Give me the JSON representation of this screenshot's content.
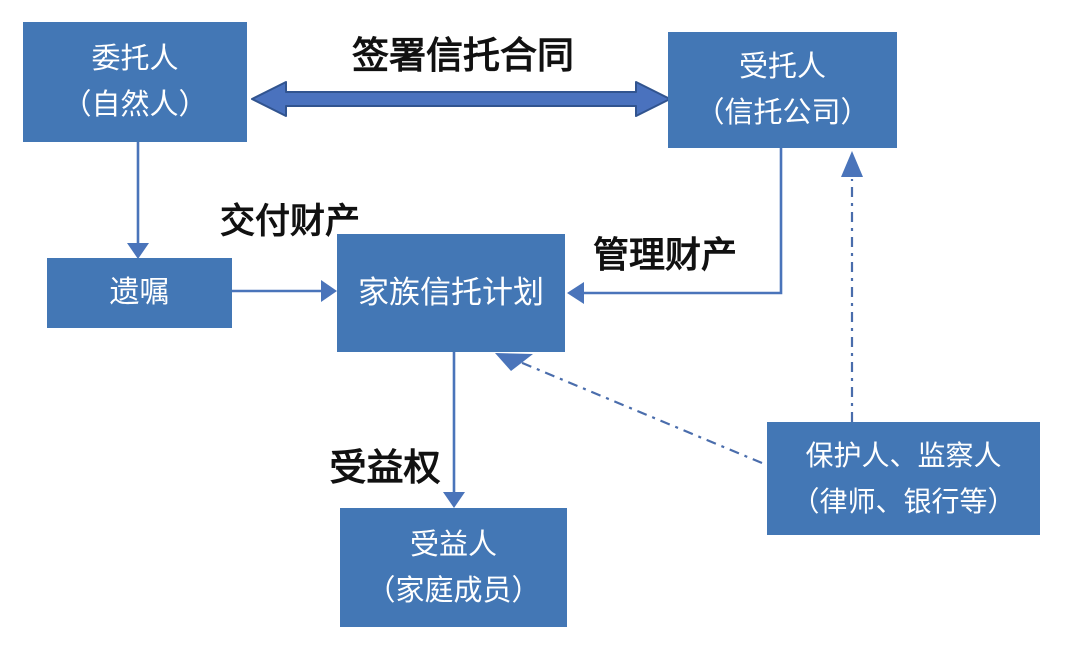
{
  "diagram": {
    "title_hint": "family-trust-structure",
    "nodes": {
      "settlor": {
        "line1": "委托人",
        "line2": "（自然人）"
      },
      "trustee": {
        "line1": "受托人",
        "line2": "（信托公司）"
      },
      "will": {
        "line1": "遗嘱"
      },
      "trust_plan": {
        "line1": "家族信托计划"
      },
      "beneficiary": {
        "line1": "受益人",
        "line2": "（家庭成员）"
      },
      "protector": {
        "line1": "保护人、监察人",
        "line2": "（律师、银行等）"
      }
    },
    "edge_labels": {
      "sign_contract": "签署信托合同",
      "deliver_property": "交付财产",
      "manage_property": "管理财产",
      "beneficial_right": "受益权"
    },
    "edges": [
      {
        "from": "settlor",
        "to": "trustee",
        "style": "thick-double-arrow",
        "label": "签署信托合同"
      },
      {
        "from": "settlor",
        "to": "will",
        "style": "solid-arrow",
        "label": "交付财产"
      },
      {
        "from": "will",
        "to": "trust_plan",
        "style": "solid-arrow"
      },
      {
        "from": "trustee",
        "to": "trust_plan",
        "style": "solid-arrow-elbow",
        "label": "管理财产"
      },
      {
        "from": "trust_plan",
        "to": "beneficiary",
        "style": "solid-arrow",
        "label": "受益权"
      },
      {
        "from": "protector",
        "to": "trustee",
        "style": "dash-dot-arrow"
      },
      {
        "from": "protector",
        "to": "trust_plan",
        "style": "dash-dot-arrow"
      }
    ],
    "colors": {
      "background": "#ffffff",
      "node_fill": "#4377b5",
      "node_text": "#ffffff",
      "label_text": "#111111",
      "arrow": "#4a74ba",
      "dash_arrow": "#4a6dac",
      "thick_arrow_fill": "#4a72be",
      "thick_arrow_stroke": "#31548f"
    }
  }
}
